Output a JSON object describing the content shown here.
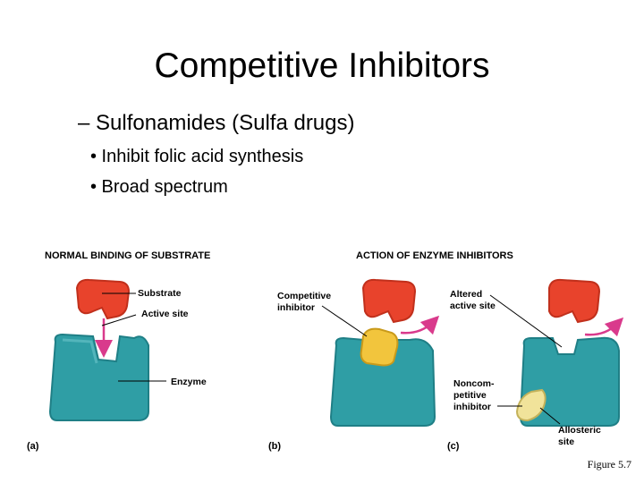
{
  "slide": {
    "title": "Competitive Inhibitors",
    "subtitle": "– Sulfonamides (Sulfa drugs)",
    "bullets": [
      "• Inhibit folic acid synthesis",
      "• Broad spectrum"
    ],
    "figure_caption": "Figure 5.7"
  },
  "figure": {
    "heading_left": "NORMAL BINDING OF SUBSTRATE",
    "heading_right": "ACTION OF ENZYME INHIBITORS",
    "panel_a": {
      "letter": "(a)",
      "substrate": "Substrate",
      "active_site": "Active site",
      "enzyme": "Enzyme"
    },
    "panel_b": {
      "letter": "(b)",
      "competitive_1": "Competitive",
      "competitive_2": "inhibitor"
    },
    "panel_c": {
      "letter": "(c)",
      "altered_1": "Altered",
      "altered_2": "active site",
      "noncomp_1": "Noncom-",
      "noncomp_2": "petitive",
      "noncomp_3": "inhibitor",
      "allosteric_1": "Allosteric",
      "allosteric_2": "site"
    },
    "colors": {
      "enzyme": "#2f9ea5",
      "substrate": "#e8432c",
      "competitive_inhibitor": "#f2c53d",
      "noncompetitive_inhibitor": "#f1e39a",
      "arrow": "#d93a8c"
    }
  }
}
